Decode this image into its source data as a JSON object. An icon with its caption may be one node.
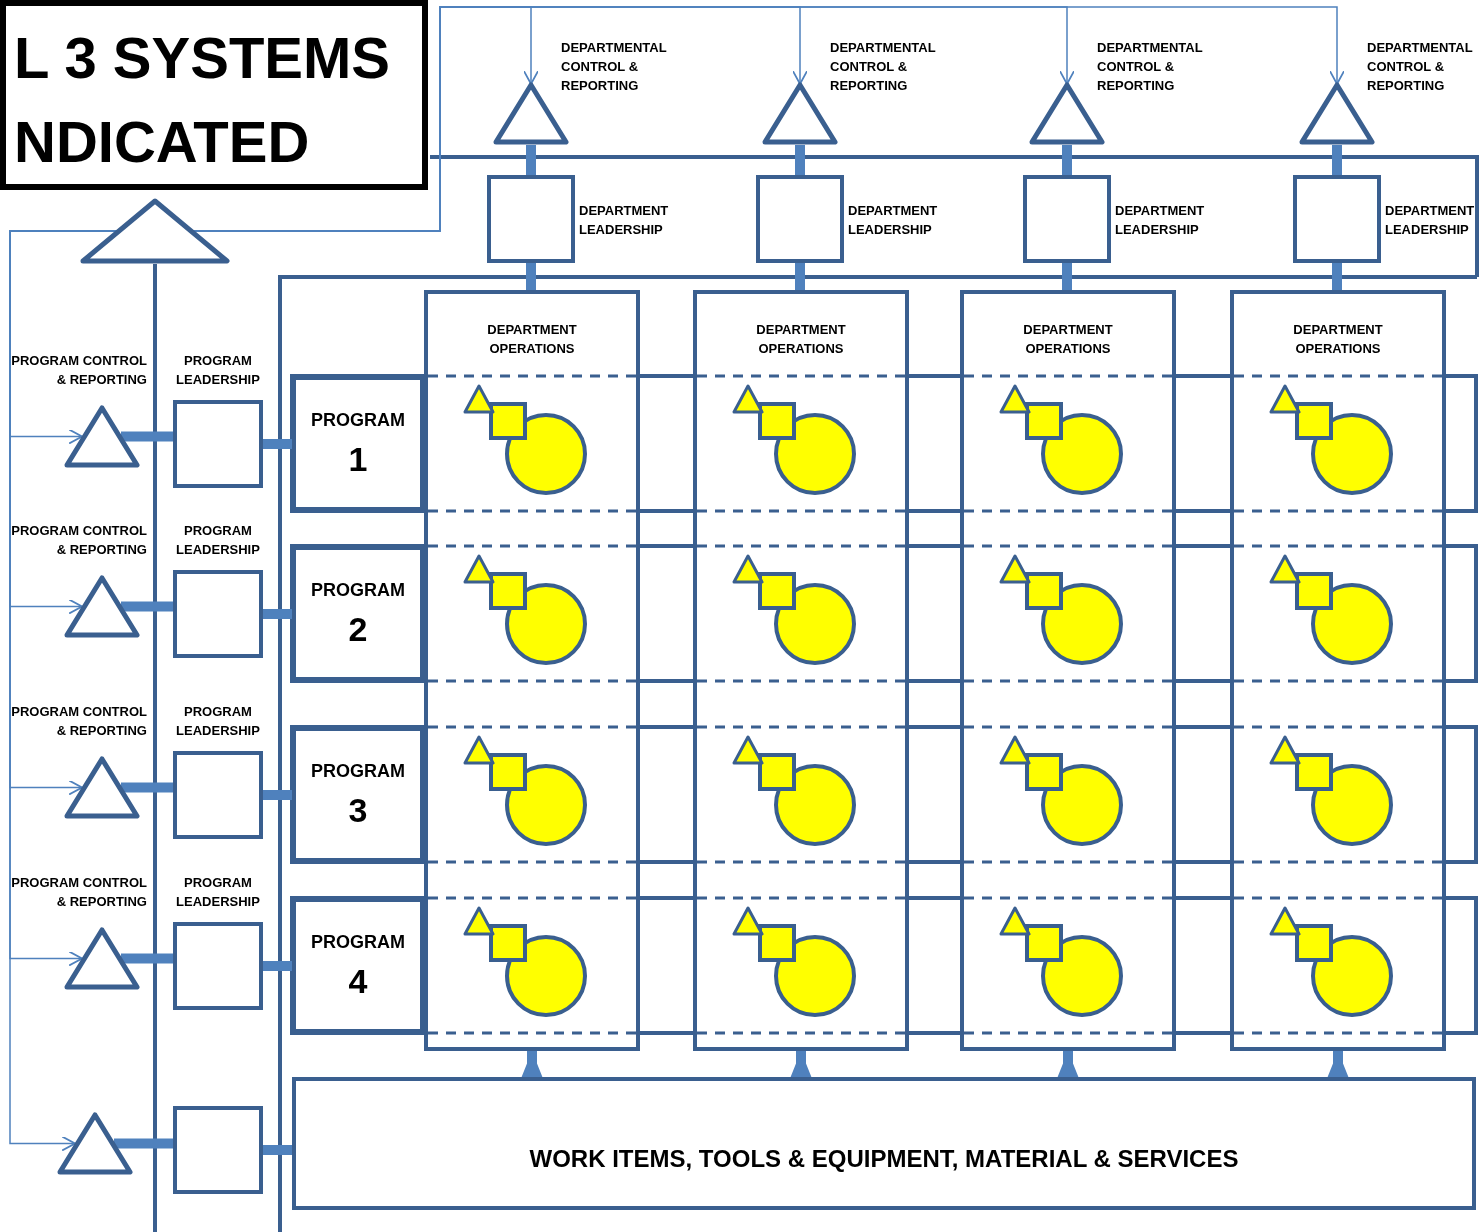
{
  "diagram": {
    "nodes": [
      {
        "text": [
          "L 3 SYSTEMS NDICATED"
        ]
      },
      {
        "text": [],
        "shape": "triangle"
      },
      {
        "text": [],
        "shape": "triangle",
        "beside": [
          "DEPARTMENTAL CONTROL & REPORTING"
        ]
      },
      {
        "text": [],
        "shape": "box",
        "beside": [
          "DEPARTMENT LEADERSHIP"
        ]
      },
      {
        "text": [
          "DEPARTMENT OPERATIONS"
        ]
      },
      {
        "text": [],
        "shape": "triangle",
        "beside": [
          "DEPARTMENTAL CONTROL & REPORTING"
        ]
      },
      {
        "text": [],
        "shape": "box",
        "beside": [
          "DEPARTMENT LEADERSHIP"
        ]
      },
      {
        "text": [
          "DEPARTMENT OPERATIONS"
        ]
      },
      {
        "text": [],
        "shape": "triangle",
        "beside": [
          "DEPARTMENTAL CONTROL & REPORTING"
        ]
      },
      {
        "text": [],
        "shape": "box",
        "beside": [
          "DEPARTMENT LEADERSHIP"
        ]
      },
      {
        "text": [
          "DEPARTMENT OPERATIONS"
        ]
      },
      {
        "text": [],
        "shape": "triangle",
        "beside": [
          "DEPARTMENTAL CONTROL & REPORTING"
        ]
      },
      {
        "text": [],
        "shape": "box",
        "beside": [
          "DEPARTMENT LEADERSHIP"
        ]
      },
      {
        "text": [
          "DEPARTMENT OPERATIONS"
        ]
      },
      {
        "text": [],
        "shape": "triangle",
        "beside": [
          "PROGRAM CONTROL & REPORTING"
        ]
      },
      {
        "text": [],
        "shape": "box",
        "beside": [
          "PROGRAM LEADERSHIP"
        ]
      },
      {
        "text": [
          "PROGRAM",
          "1"
        ]
      },
      {
        "text": [],
        "shape": "triangle",
        "beside": [
          "PROGRAM CONTROL & REPORTING"
        ]
      },
      {
        "text": [],
        "shape": "box",
        "beside": [
          "PROGRAM LEADERSHIP"
        ]
      },
      {
        "text": [
          "PROGRAM",
          "2"
        ]
      },
      {
        "text": [],
        "shape": "triangle",
        "beside": [
          "PROGRAM CONTROL & REPORTING"
        ]
      },
      {
        "text": [],
        "shape": "box",
        "beside": [
          "PROGRAM LEADERSHIP"
        ]
      },
      {
        "text": [
          "PROGRAM",
          "3"
        ]
      },
      {
        "text": [],
        "shape": "triangle",
        "beside": [
          "PROGRAM CONTROL & REPORTING"
        ]
      },
      {
        "text": [],
        "shape": "box",
        "beside": [
          "PROGRAM LEADERSHIP"
        ]
      },
      {
        "text": [
          "PROGRAM",
          "4"
        ]
      },
      {
        "text": [],
        "shape": "triangle"
      },
      {
        "text": [],
        "shape": "box"
      },
      {
        "text": [
          "WORK ITEMS, TOOLS & EQUIPMENT, MATERIAL & SERVICES"
        ]
      }
    ],
    "edges": [
      {
        "from": 1,
        "to": 2,
        "arrow": "to"
      },
      {
        "from": 1,
        "to": 5,
        "arrow": "to"
      },
      {
        "from": 1,
        "to": 8,
        "arrow": "to"
      },
      {
        "from": 1,
        "to": 11,
        "arrow": "to"
      },
      {
        "from": 1,
        "to": 14,
        "arrow": "to"
      },
      {
        "from": 1,
        "to": 17,
        "arrow": "to"
      },
      {
        "from": 1,
        "to": 20,
        "arrow": "to"
      },
      {
        "from": 1,
        "to": 23,
        "arrow": "to"
      },
      {
        "from": 1,
        "to": 26,
        "arrow": "to"
      },
      {
        "from": 4,
        "to": 3,
        "arrow": "none"
      },
      {
        "from": 3,
        "to": 2,
        "arrow": "none"
      },
      {
        "from": 7,
        "to": 6,
        "arrow": "none"
      },
      {
        "from": 6,
        "to": 5,
        "arrow": "none"
      },
      {
        "from": 10,
        "to": 9,
        "arrow": "none"
      },
      {
        "from": 9,
        "to": 8,
        "arrow": "none"
      },
      {
        "from": 13,
        "to": 12,
        "arrow": "none"
      },
      {
        "from": 12,
        "to": 11,
        "arrow": "none"
      },
      {
        "from": 14,
        "to": 15,
        "arrow": "none"
      },
      {
        "from": 15,
        "to": 16,
        "arrow": "none"
      },
      {
        "from": 17,
        "to": 18,
        "arrow": "none"
      },
      {
        "from": 18,
        "to": 19,
        "arrow": "none"
      },
      {
        "from": 20,
        "to": 21,
        "arrow": "none"
      },
      {
        "from": 21,
        "to": 22,
        "arrow": "none"
      },
      {
        "from": 23,
        "to": 24,
        "arrow": "none"
      },
      {
        "from": 24,
        "to": 25,
        "arrow": "none"
      },
      {
        "from": 26,
        "to": 27,
        "arrow": "none"
      },
      {
        "from": 27,
        "to": 28,
        "arrow": "none"
      },
      {
        "from": 28,
        "to": 4,
        "arrow": "to"
      },
      {
        "from": 28,
        "to": 7,
        "arrow": "to"
      },
      {
        "from": 28,
        "to": 10,
        "arrow": "to"
      },
      {
        "from": 28,
        "to": 13,
        "arrow": "to"
      }
    ]
  }
}
